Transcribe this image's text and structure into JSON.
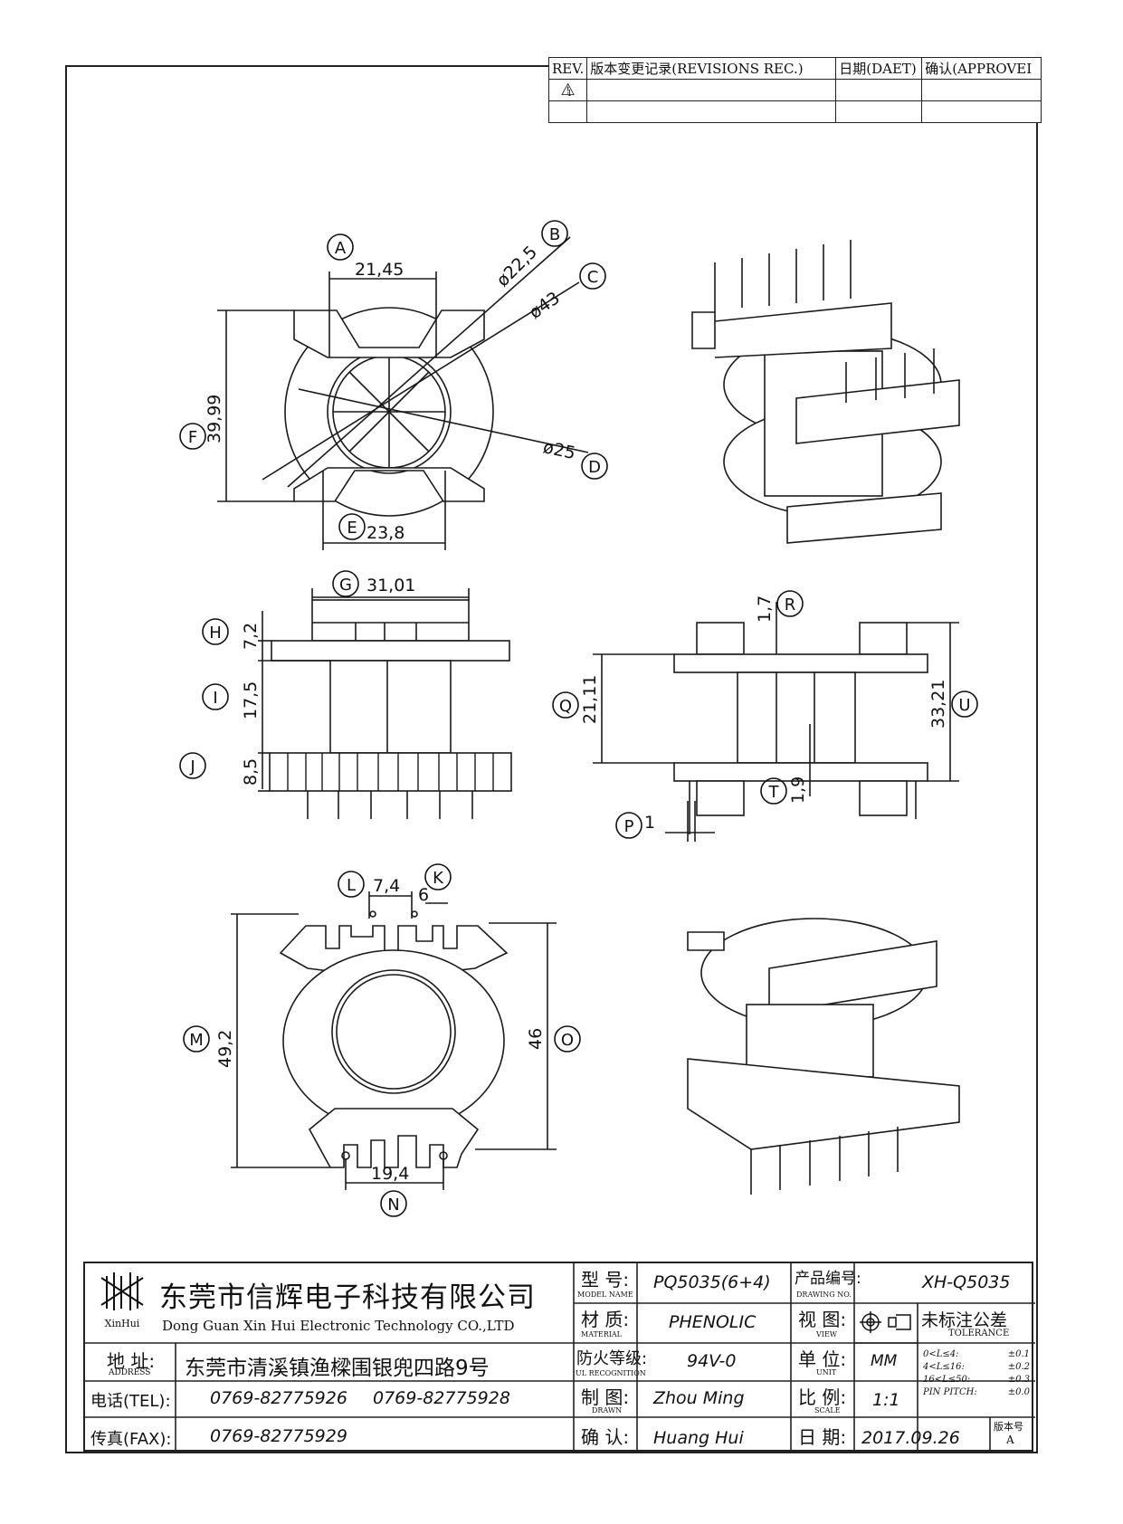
{
  "revision_table": {
    "headers": [
      "REV.",
      "版本变更记录(REVISIONS REC.)",
      "日期(DAET)",
      "确认(APPROVEI"
    ],
    "warning_symbol": "⚠",
    "row_rev": "1"
  },
  "dimensions": {
    "A": "21,45",
    "B": "ø22,5",
    "C": "ø43",
    "D": "ø25",
    "E": "23,8",
    "F": "39,99",
    "G": "31,01",
    "H": "7,2",
    "I": "17,5",
    "J": "8,5",
    "R": "1,7",
    "Q": "21,11",
    "U": "33,21",
    "T": "1,9",
    "P": "1",
    "L": "7,4",
    "K": "6",
    "M": "49,2",
    "O": "46",
    "N": "19,4"
  },
  "callouts": [
    "A",
    "B",
    "C",
    "D",
    "E",
    "F",
    "G",
    "H",
    "I",
    "J",
    "R",
    "Q",
    "U",
    "T",
    "P",
    "L",
    "K",
    "M",
    "O",
    "N"
  ],
  "title_block": {
    "company_cn": "东莞市信辉电子科技有限公司",
    "company_en": "Dong Guan Xin Hui Electronic Technology CO.,LTD",
    "logo_text": "XinHui",
    "address_label": "地 址:",
    "address_label_en": "ADDRESS",
    "address": "东莞市清溪镇渔樑围银兜四路9号",
    "tel_label": "电话(TEL):",
    "tel1": "0769-82775926",
    "tel2": "0769-82775928",
    "fax_label": "传真(FAX):",
    "fax": "0769-82775929",
    "model_label": "型 号:",
    "model_label_en": "MODEL NAME",
    "model": "PQ5035(6+4)",
    "material_label": "材 质:",
    "material_label_en": "MATERIAL",
    "material": "PHENOLIC",
    "ul_label": "防火等级:",
    "ul_label_en": "UL RECOGNITION",
    "ul": "94V-0",
    "drawn_label": "制 图:",
    "drawn_label_en": "DRAWN",
    "drawn": "Zhou Ming",
    "confirm_label": "确 认:",
    "confirm": "Huang Hui",
    "drawing_no_label": "产品编号:",
    "drawing_no_label_en": "DRAWING NO.",
    "drawing_no": "XH-Q5035",
    "view_label": "视 图:",
    "view_label_en": "VIEW",
    "unit_label": "单 位:",
    "unit_label_en": "UNIT",
    "unit": "MM",
    "scale_label": "比 例:",
    "scale_label_en": "SCALE",
    "scale": "1:1",
    "date_label": "日 期:",
    "date": "2017.09.26",
    "tolerance_title": "未标注公差",
    "tolerance_en": "TOLERANCE",
    "tolerances": [
      {
        "range": "0<L≤4:",
        "value": "±0.1"
      },
      {
        "range": "4<L≤16:",
        "value": "±0.2"
      },
      {
        "range": "16<L≤50:",
        "value": "±0.3"
      },
      {
        "range": "PIN PITCH:",
        "value": "±0.0"
      }
    ],
    "version_label": "版本号",
    "version": "A"
  }
}
